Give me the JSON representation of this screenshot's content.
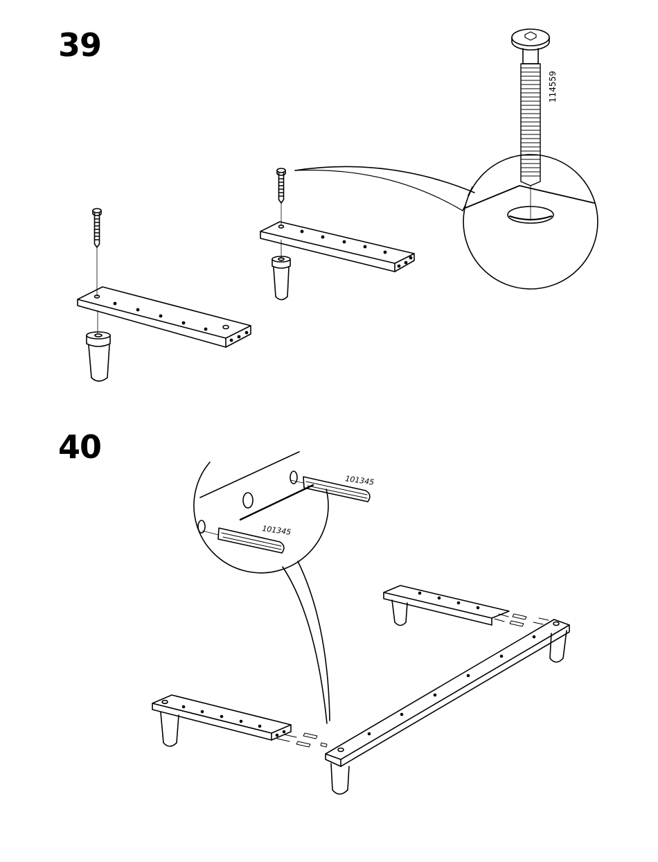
{
  "steps": [
    {
      "number": "39",
      "part_label": "114559"
    },
    {
      "number": "40",
      "part_label_a": "101345",
      "part_label_b": "101345"
    }
  ]
}
